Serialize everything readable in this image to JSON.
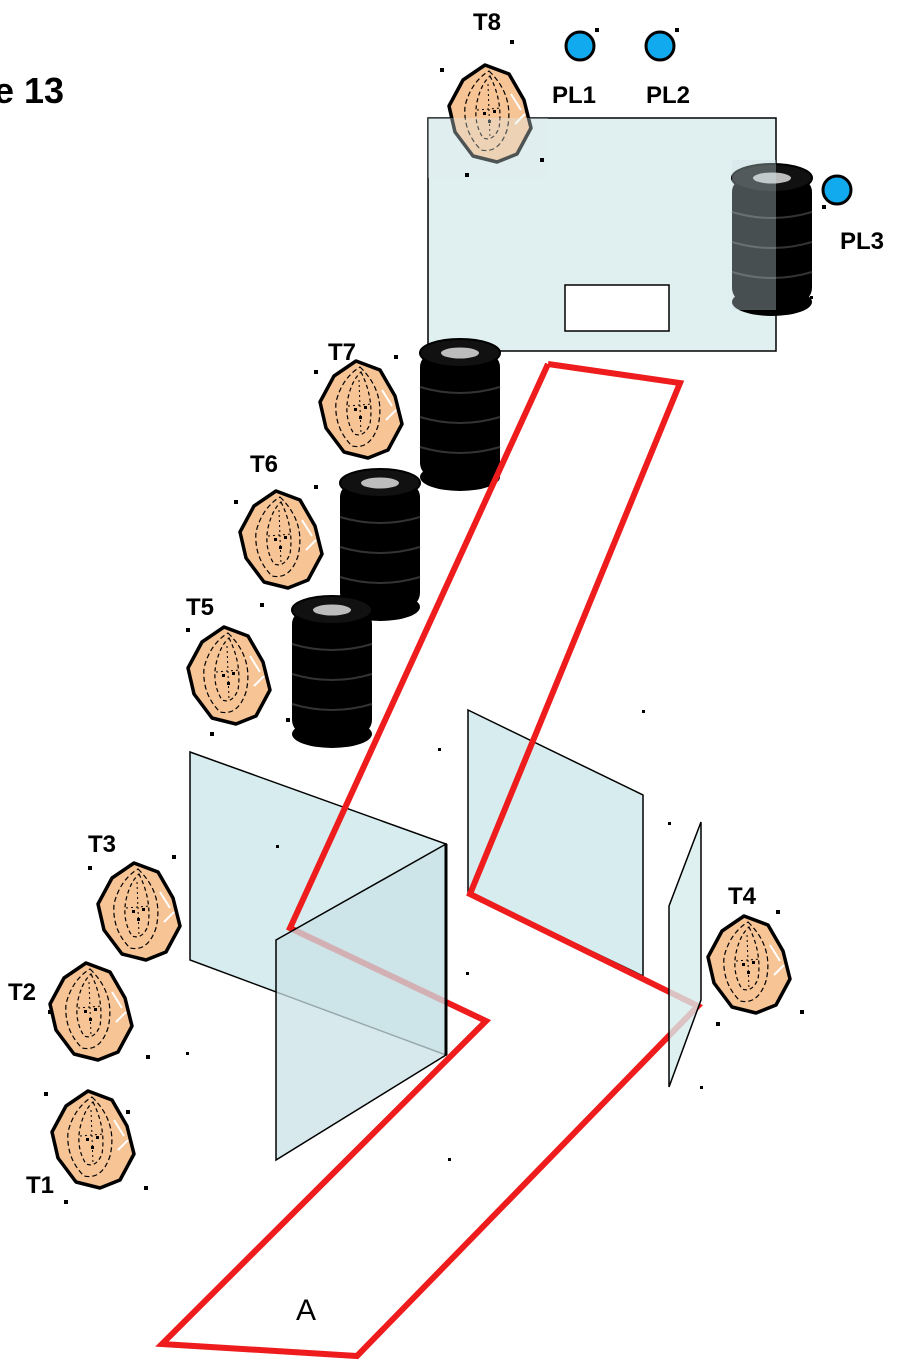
{
  "title": "e 13",
  "path_label": "A",
  "targets": [
    {
      "id": "T1",
      "label": "T1"
    },
    {
      "id": "T2",
      "label": "T2"
    },
    {
      "id": "T3",
      "label": "T3"
    },
    {
      "id": "T4",
      "label": "T4"
    },
    {
      "id": "T5",
      "label": "T5"
    },
    {
      "id": "T6",
      "label": "T6"
    },
    {
      "id": "T7",
      "label": "T7"
    },
    {
      "id": "T8",
      "label": "T8"
    }
  ],
  "lights": [
    {
      "id": "PL1",
      "label": "PL1"
    },
    {
      "id": "PL2",
      "label": "PL2"
    },
    {
      "id": "PL3",
      "label": "PL3"
    }
  ],
  "colors": {
    "path": "#ee1c1c",
    "panel_fill": "#d7ecee",
    "light": "#11aaee",
    "face": "#f6c495",
    "tire": "#000000"
  }
}
